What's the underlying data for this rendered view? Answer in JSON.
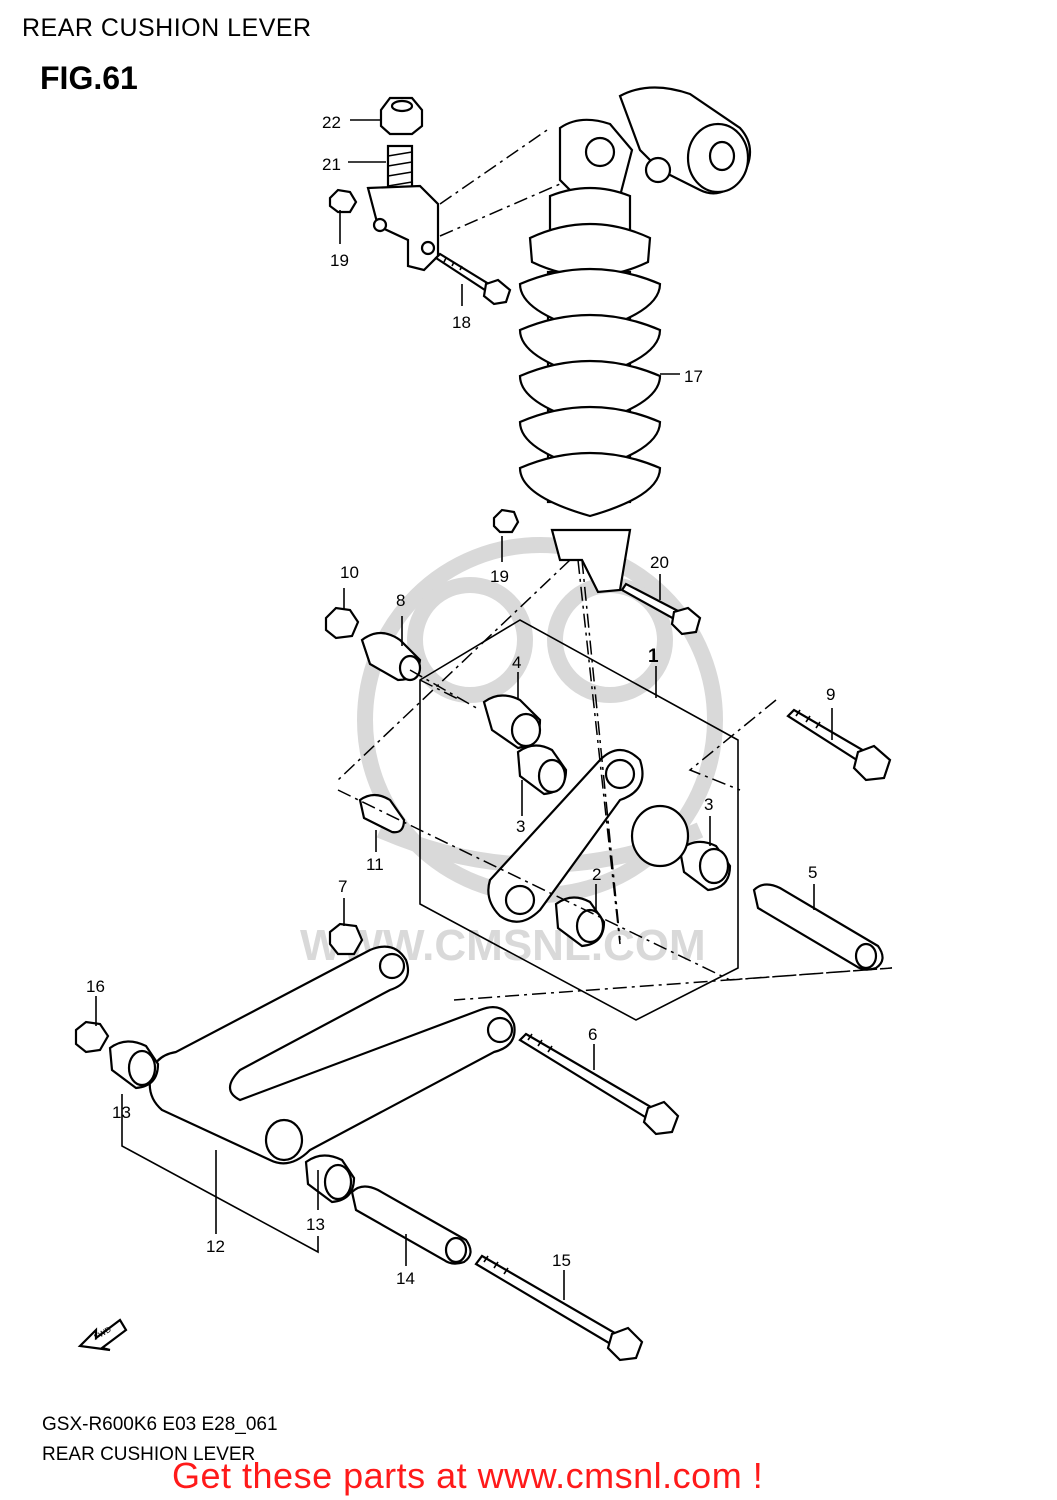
{
  "header": {
    "page_title": "REAR CUSHION LEVER",
    "figure_label": "FIG.61"
  },
  "watermark": {
    "text": "WWW.CMSNL.COM"
  },
  "callouts": {
    "c1": "1",
    "c2": "2",
    "c3a": "3",
    "c3b": "3",
    "c4": "4",
    "c5": "5",
    "c6": "6",
    "c7": "7",
    "c8": "8",
    "c9": "9",
    "c10": "10",
    "c11": "11",
    "c12": "12",
    "c13a": "13",
    "c13b": "13",
    "c14": "14",
    "c15": "15",
    "c16": "16",
    "c17": "17",
    "c18": "18",
    "c19a": "19",
    "c19b": "19",
    "c20": "20",
    "c21": "21",
    "c22": "22"
  },
  "fwd_label": "FWD",
  "footer": {
    "model_code": "GSX-R600K6 E03 E28_061",
    "section_name": "REAR CUSHION LEVER",
    "promo": "Get these parts at www.cmsnl.com !"
  },
  "colors": {
    "promo": "#ff1a1a",
    "watermark": "#d9d9d9",
    "line": "#000000"
  }
}
